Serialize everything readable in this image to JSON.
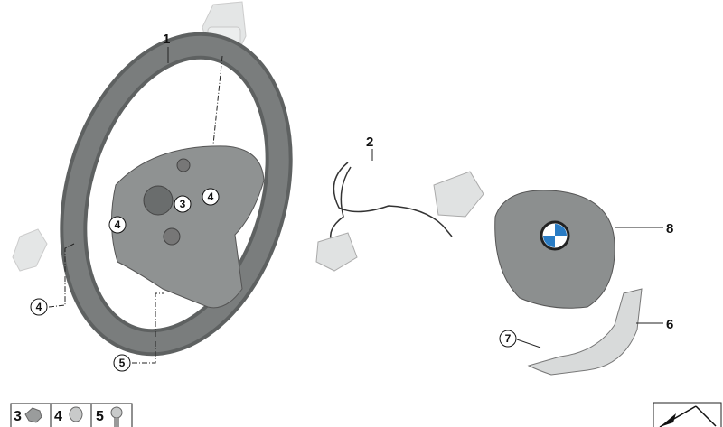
{
  "diagram": {
    "part_labels": {
      "steering_wheel": "1",
      "wiring_harness": "2",
      "screw_center": "3",
      "screw_left": "4",
      "screw_right": "4",
      "screw_outer": "4",
      "screw_lower": "5",
      "trim_cover": "6",
      "clip": "7",
      "airbag": "8"
    },
    "logo_text": "BMW",
    "legend": [
      {
        "label": "3",
        "part": "hex-bolt"
      },
      {
        "label": "4",
        "part": "screw"
      },
      {
        "label": "5",
        "part": "screw"
      }
    ],
    "colors": {
      "part_fill": "#8a8c8c",
      "rim": "#6f7272",
      "ghost": "#e2e4e4",
      "logo_blue": "#2a7cc4"
    }
  }
}
